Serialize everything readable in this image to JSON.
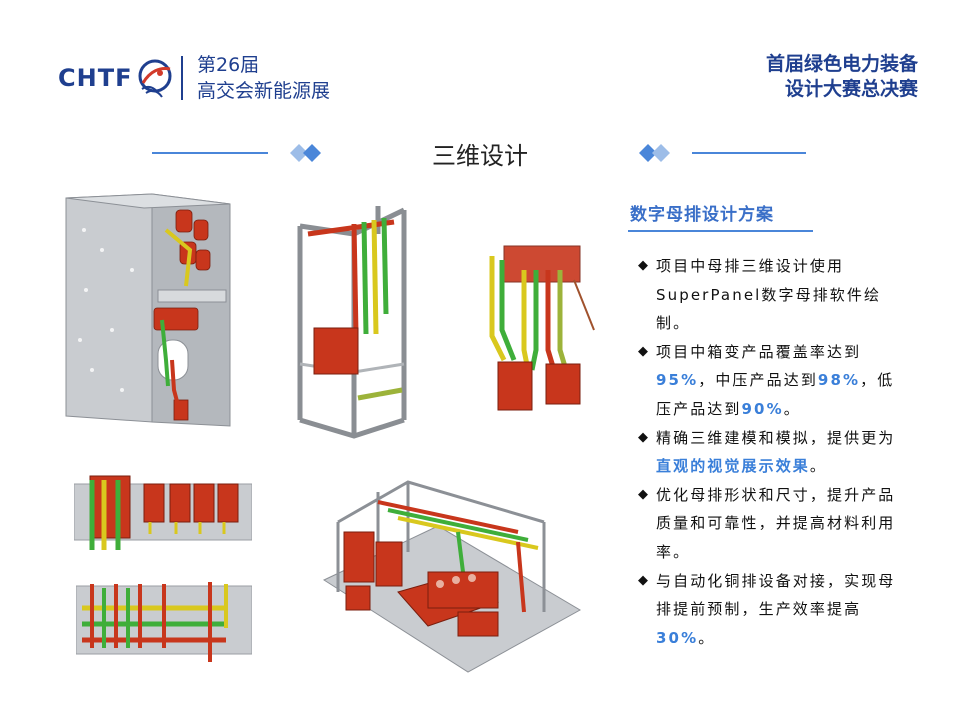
{
  "header": {
    "logo_text": "CHTF",
    "expo_line1": "第26届",
    "expo_line2": "高交会新能源展",
    "contest_line1": "首届绿色电力装备",
    "contest_line2": "设计大赛总决赛"
  },
  "section_title": "三维设计",
  "panel": {
    "heading": "数字母排设计方案",
    "bullet_mark": "◆",
    "bullets": [
      {
        "text": "项目中母排三维设计使用SuperPanel数字母排软件绘制。"
      },
      {
        "pre": "项目中箱变产品覆盖率达到",
        "h1": "95%",
        "mid1": "，中压产品达到",
        "h2": "98%",
        "mid2": "，低压产品达到",
        "h3": "90%",
        "post": "。"
      },
      {
        "pre": "精确三维建模和模拟，提供更为",
        "h1": "直观的视觉展示效果",
        "post": "。"
      },
      {
        "text": "优化母排形状和尺寸，提升产品质量和可靠性，并提高材料利用率。"
      },
      {
        "pre": "与自动化铜排设备对接，实现母排提前预制，生产效率提高",
        "h1": "30%",
        "post": "。"
      }
    ]
  },
  "colors": {
    "brand_blue": "#1f3f8f",
    "accent_blue": "#3a7fd9",
    "busbar_red": "#c8361c",
    "busbar_green": "#3fae3a",
    "busbar_yellow": "#d9c81e",
    "frame_gray": "#bfc3c7"
  }
}
